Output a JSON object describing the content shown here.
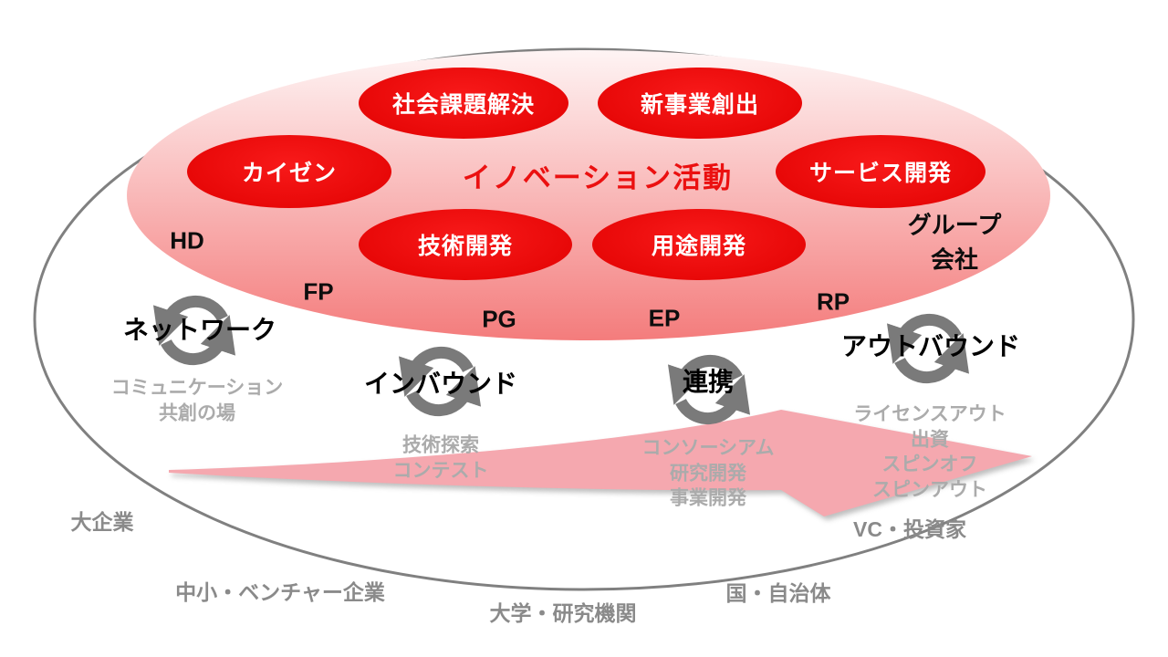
{
  "diagram": {
    "title": "イノベーション活動",
    "activity_ovals": [
      {
        "label": "社会課題解決"
      },
      {
        "label": "新事業創出"
      },
      {
        "label": "カイゼン"
      },
      {
        "label": "サービス開発"
      },
      {
        "label": "技術開発"
      },
      {
        "label": "用途開発"
      }
    ],
    "zone_labels": {
      "hd": "HD",
      "fp": "FP",
      "pg": "PG",
      "ep": "EP",
      "rp": "RP",
      "group_company": "グループ\n会社"
    },
    "cycles": [
      {
        "label": "ネットワーク",
        "icon": "cycle-arrows-icon",
        "sub": "コミュニケーション\n共創の場"
      },
      {
        "label": "インバウンド",
        "icon": "cycle-arrows-icon",
        "sub": "技術探索\nコンテスト"
      },
      {
        "label": "連携",
        "icon": "cycle-arrows-icon",
        "sub": "コンソーシアム\n研究開発\n事業開発"
      },
      {
        "label": "アウトバウンド",
        "icon": "cycle-arrows-icon",
        "sub": "ライセンスアウト\n出資\nスピンオフ\nスピンアウト"
      }
    ],
    "stakeholders": [
      "大企業",
      "中小・ベンチャー企業",
      "大学・研究機関",
      "国・自治体",
      "VC・投資家"
    ],
    "colors": {
      "activity_red": "#EB1010",
      "inner_ellipse_top": "#FEF4F4",
      "inner_ellipse_bottom": "#F47C7C",
      "arrow_pink": "#F5A8AF",
      "icon_gray": "#7A7A7A",
      "sub_text_gray": "#ABABAB",
      "outer_text_gray": "#8A8A8A",
      "ellipse_border_gray": "#808080"
    }
  }
}
